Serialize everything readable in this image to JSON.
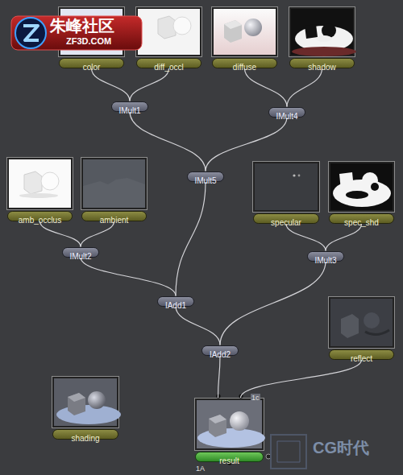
{
  "diagram": {
    "nodes": [
      {
        "text": [
          "color"
        ]
      },
      {
        "text": [
          "diff_occl"
        ]
      },
      {
        "text": [
          "diffuse"
        ]
      },
      {
        "text": [
          "shadow"
        ]
      },
      {
        "text": [
          "IMult1"
        ]
      },
      {
        "text": [
          "IMult4"
        ]
      },
      {
        "text": [
          "IMult5"
        ]
      },
      {
        "text": [
          "amb_occlus"
        ]
      },
      {
        "text": [
          "ambient"
        ]
      },
      {
        "text": [
          "specular"
        ]
      },
      {
        "text": [
          "spec_shd"
        ]
      },
      {
        "text": [
          "IMult2"
        ]
      },
      {
        "text": [
          "IMult3"
        ]
      },
      {
        "text": [
          "IAdd1"
        ]
      },
      {
        "text": [
          "IAdd2"
        ]
      },
      {
        "text": [
          "reflect"
        ]
      },
      {
        "text": [
          "shading"
        ]
      },
      {
        "text": [
          "result"
        ]
      }
    ],
    "edges": [
      {
        "from": 0,
        "to": 4,
        "arrow": "none"
      },
      {
        "from": 1,
        "to": 4,
        "arrow": "none"
      },
      {
        "from": 2,
        "to": 5,
        "arrow": "none"
      },
      {
        "from": 3,
        "to": 5,
        "arrow": "none"
      },
      {
        "from": 4,
        "to": 6,
        "arrow": "none"
      },
      {
        "from": 5,
        "to": 6,
        "arrow": "none"
      },
      {
        "from": 7,
        "to": 11,
        "arrow": "none"
      },
      {
        "from": 8,
        "to": 11,
        "arrow": "none"
      },
      {
        "from": 9,
        "to": 12,
        "arrow": "none"
      },
      {
        "from": 10,
        "to": 12,
        "arrow": "none"
      },
      {
        "from": 11,
        "to": 13,
        "arrow": "none"
      },
      {
        "from": 6,
        "to": 13,
        "arrow": "none"
      },
      {
        "from": 13,
        "to": 14,
        "arrow": "none"
      },
      {
        "from": 12,
        "to": 14,
        "arrow": "none"
      },
      {
        "from": 14,
        "to": 17,
        "arrow": "none"
      },
      {
        "from": 15,
        "to": 17,
        "arrow": "none"
      }
    ],
    "labels": [
      "朱峰社区",
      "ZF3D.COM",
      "1c",
      "1A",
      "CG时代"
    ]
  }
}
